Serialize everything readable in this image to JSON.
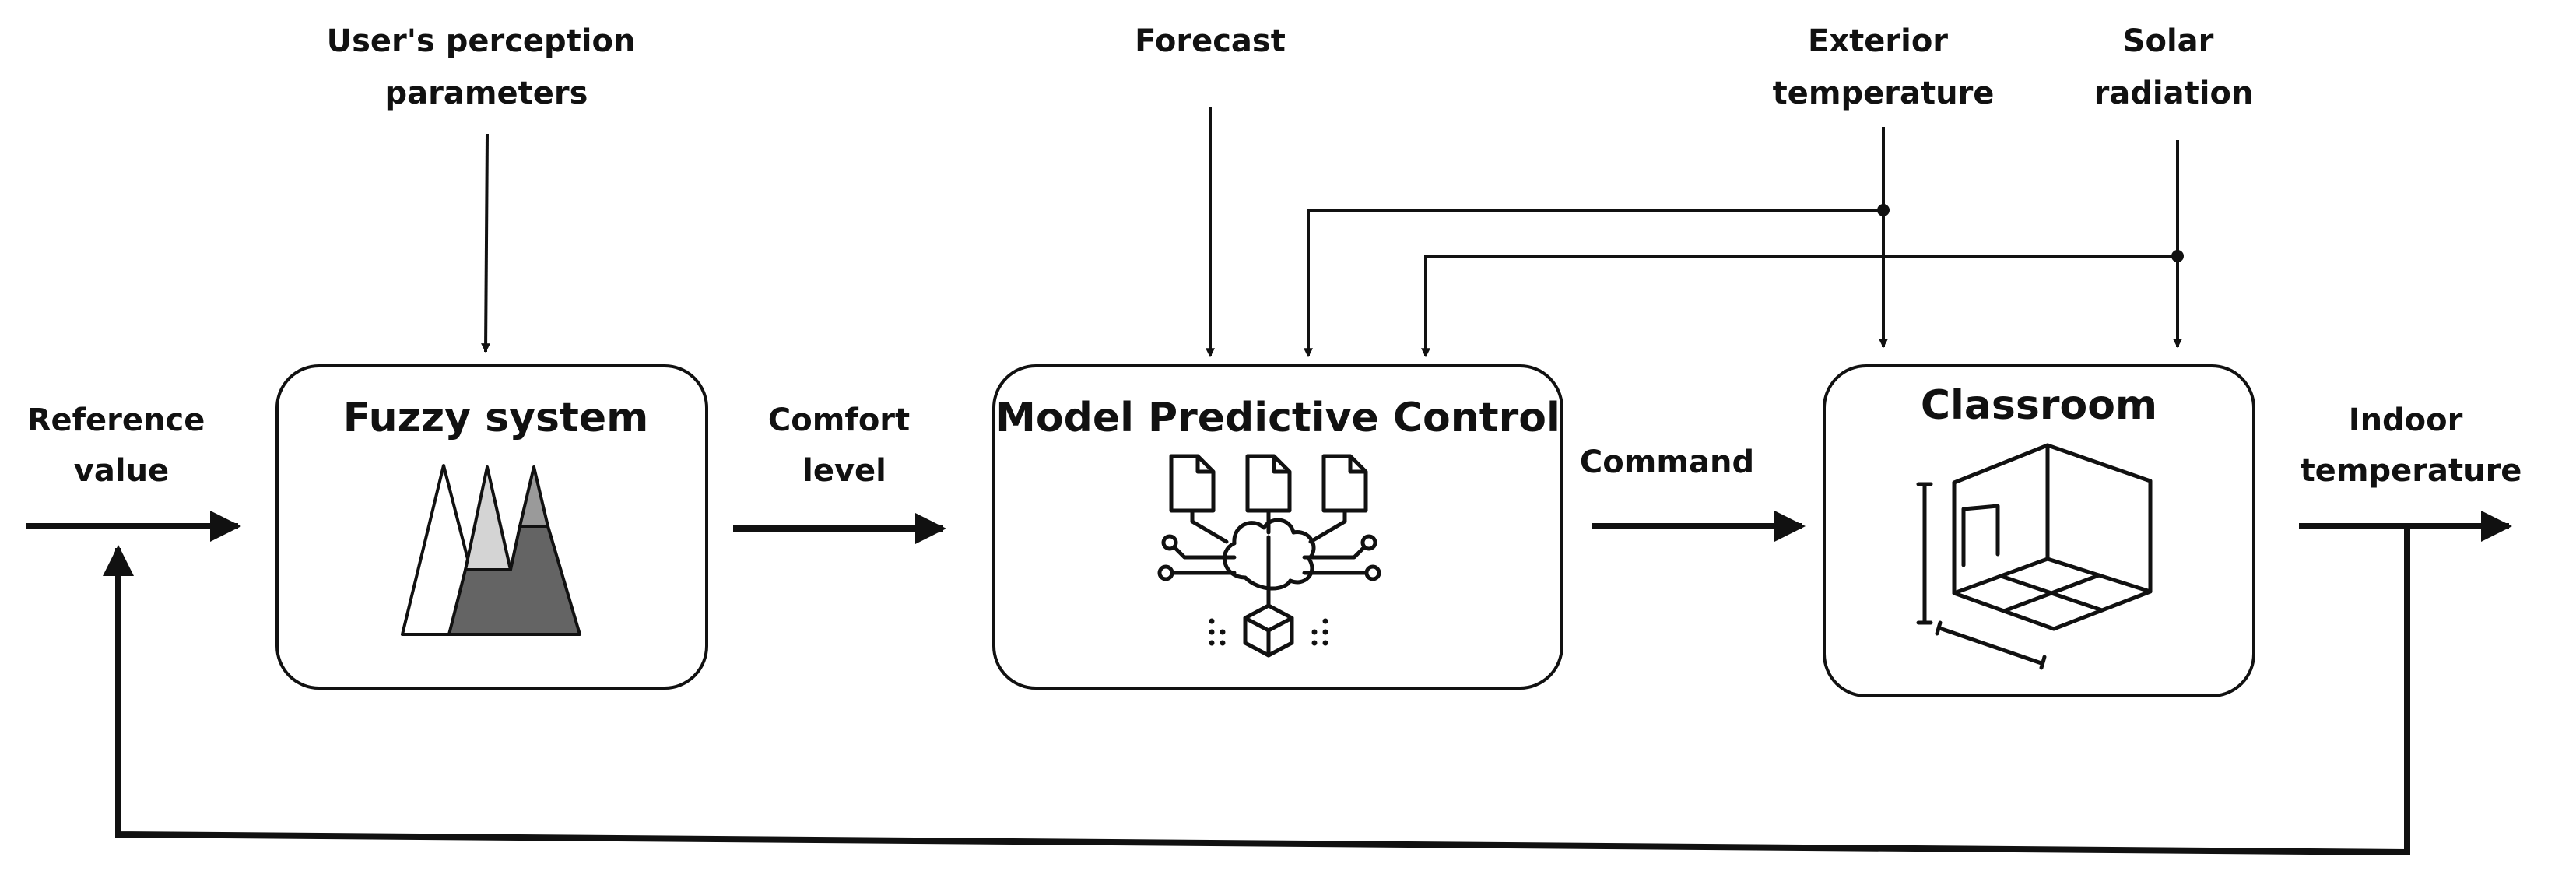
{
  "blocks": {
    "fuzzy": {
      "title": "Fuzzy system",
      "icon": "fuzzy-membership-icon"
    },
    "mpc": {
      "title": "Model Predictive Control",
      "icon": "ai-network-icon"
    },
    "classroom": {
      "title": "Classroom",
      "icon": "room-3d-icon"
    }
  },
  "labels": {
    "user_perception": [
      "User's perception",
      "parameters"
    ],
    "forecast": "Forecast",
    "exterior_temperature": [
      "Exterior",
      "temperature"
    ],
    "solar_radiation": [
      "Solar",
      "radiation"
    ],
    "reference_value": [
      "Reference",
      "value"
    ],
    "comfort_level": [
      "Comfort",
      "level"
    ],
    "command": "Command",
    "indoor_temperature": [
      "Indoor",
      "temperature"
    ]
  },
  "colors": {
    "stroke": "#111111",
    "fill_light": "#d4d4d4",
    "fill_mid": "#9a9a9a",
    "fill_dark": "#646464"
  }
}
